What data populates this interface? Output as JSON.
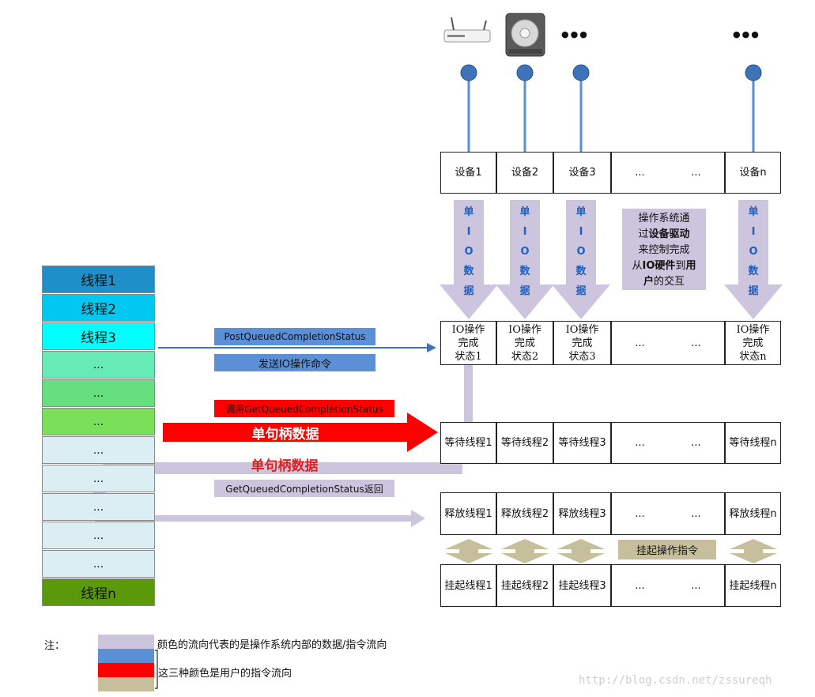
{
  "devices_top": {
    "router_icon": "router-icon",
    "disk_icon": "hard-disk-icon",
    "ellipsis_a": "●●●",
    "ellipsis_b": "●●●"
  },
  "device_row": [
    "设备1",
    "设备2",
    "设备3",
    "...",
    "...",
    "设备n"
  ],
  "io_data_label": [
    "单",
    "I",
    "O",
    "数",
    "据"
  ],
  "os_note": {
    "l1": "操作系统通",
    "l2a": "过",
    "l2b": "设备驱动",
    "l3": "来控制完成",
    "l4a": "从",
    "l4b": "IO硬件",
    "l4c": "到",
    "l4d": "用",
    "l5a": "户",
    "l5b": "的交互"
  },
  "status_row": [
    [
      "IO操作",
      "完成",
      "状态1"
    ],
    [
      "IO操作",
      "完成",
      "状态2"
    ],
    [
      "IO操作",
      "完成",
      "状态3"
    ],
    [
      "..."
    ],
    [
      "..."
    ],
    [
      "IO操作",
      "完成",
      "状态n"
    ]
  ],
  "wait_row": [
    "等待线程1",
    "等待线程2",
    "等待线程3",
    "...",
    "...",
    "等待线程n"
  ],
  "release_row": [
    "释放线程1",
    "释放线程2",
    "释放线程3",
    "...",
    "...",
    "释放线程n"
  ],
  "suspend_row": [
    "挂起线程1",
    "挂起线程2",
    "挂起线程3",
    "...",
    "...",
    "挂起线程n"
  ],
  "suspend_cmd": "挂起操作指令",
  "threads": [
    {
      "label": "线程1",
      "color": "#1e8fc8"
    },
    {
      "label": "线程2",
      "color": "#00c8f0"
    },
    {
      "label": "线程3",
      "color": "#00ffff"
    },
    {
      "label": "...",
      "color": "#66ebb4"
    },
    {
      "label": "...",
      "color": "#66e07e"
    },
    {
      "label": "...",
      "color": "#7ae05a"
    },
    {
      "label": "...",
      "color": "#dbeef3"
    },
    {
      "label": "...",
      "color": "#dbeef3"
    },
    {
      "label": "...",
      "color": "#dbeef3"
    },
    {
      "label": "...",
      "color": "#dbeef3"
    },
    {
      "label": "...",
      "color": "#dbeef3"
    },
    {
      "label": "线程n",
      "color": "#5a9a0a"
    }
  ],
  "arrows": {
    "post_label": "PostQueuedCompletionStatus",
    "send_label": "发送IO操作命令",
    "call_get_label": "调用GetQueuedCompletionStatus",
    "single_handle_1": "单句柄数据",
    "single_handle_2": "单句柄数据",
    "get_return_label": "GetQueuedCompletionStatus返回"
  },
  "legend": {
    "note": "注：",
    "os_flow": "颜色的流向代表的是操作系统内部的数据/指令流向",
    "user_flow": "这三种颜色是用户的指令流向"
  },
  "watermark": "http://blog.csdn.net/zssureqh",
  "colors": {
    "lavender": "#cdc4dd",
    "blue": "#5b8fd6",
    "red": "#ff0000",
    "tan": "#c7bf9c",
    "pin": "#3f73b8"
  }
}
